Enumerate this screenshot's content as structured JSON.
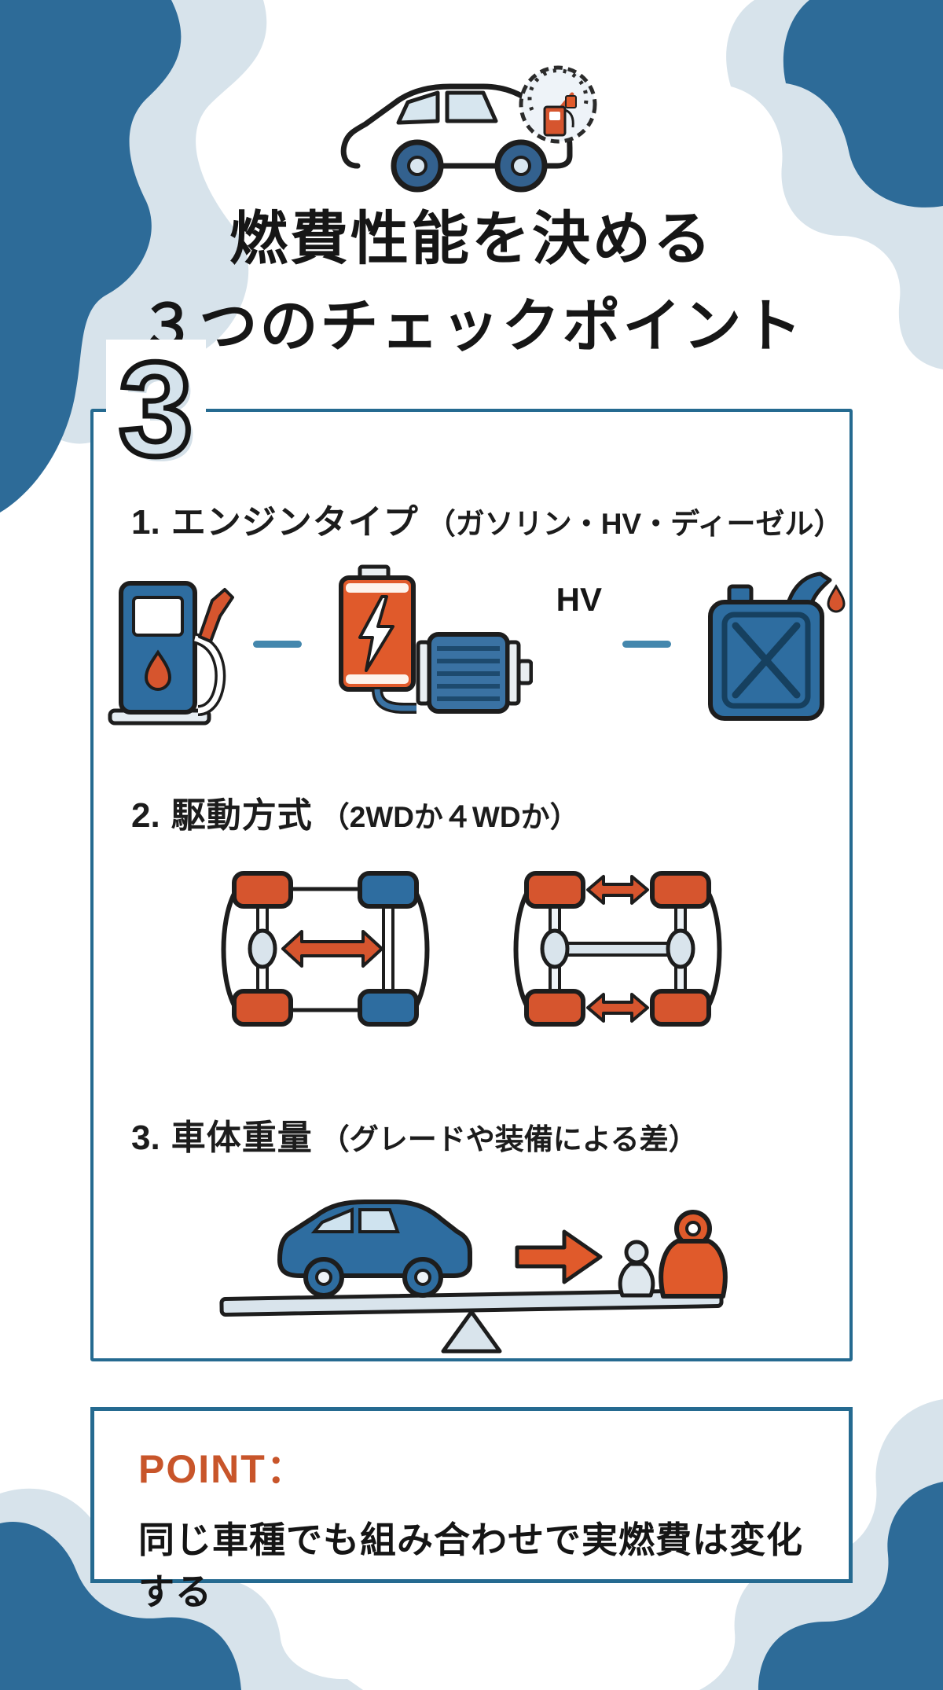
{
  "colors": {
    "dark_blue_blob": "#2d6b98",
    "light_blue_blob": "#d7e3eb",
    "box_border": "#256a90",
    "accent_orange": "#d6552e",
    "icon_blue": "#2e6da0",
    "point_label_orange": "#c8552a"
  },
  "header": {
    "title_line1": "燃費性能を決める",
    "title_line2": "３つのチェックポイント"
  },
  "badge_number": "3",
  "sections": [
    {
      "heading_number": "1.",
      "heading": "エンジンタイプ",
      "note": "（ガソリン・HV・ディーゼル）",
      "hv_label": "HV"
    },
    {
      "heading_number": "2.",
      "heading": "駆動方式",
      "note": "（2WDか４WDか）"
    },
    {
      "heading_number": "3.",
      "heading": "車体重量",
      "note": "（グレードや装備による差）"
    }
  ],
  "point": {
    "label": "POINT：",
    "text": "同じ車種でも組み合わせで実燃費は変化する"
  }
}
